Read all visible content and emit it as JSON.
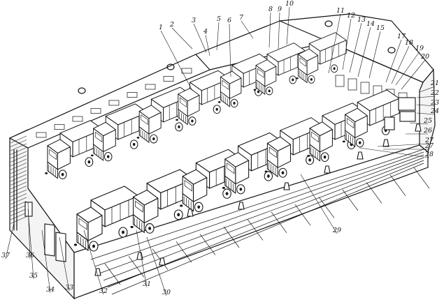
{
  "figure": {
    "callouts": [
      {
        "num": "1"
      },
      {
        "num": "2"
      },
      {
        "num": "3"
      },
      {
        "num": "4"
      },
      {
        "num": "5"
      },
      {
        "num": "6"
      },
      {
        "num": "7"
      },
      {
        "num": "8"
      },
      {
        "num": "9"
      },
      {
        "num": "10"
      },
      {
        "num": "11"
      },
      {
        "num": "12"
      },
      {
        "num": "13"
      },
      {
        "num": "14"
      },
      {
        "num": "15"
      },
      {
        "num": "17"
      },
      {
        "num": "18"
      },
      {
        "num": "19"
      },
      {
        "num": "20"
      },
      {
        "num": "21"
      },
      {
        "num": "22"
      },
      {
        "num": "23"
      },
      {
        "num": "24"
      },
      {
        "num": "25"
      },
      {
        "num": "26"
      },
      {
        "num": "27"
      },
      {
        "num": "27"
      },
      {
        "num": "28"
      },
      {
        "num": "29"
      },
      {
        "num": "30"
      },
      {
        "num": "31"
      },
      {
        "num": "32"
      },
      {
        "num": "33"
      },
      {
        "num": "34"
      },
      {
        "num": "35"
      },
      {
        "num": "36"
      },
      {
        "num": "37"
      }
    ],
    "colors": {
      "ink": "#111111",
      "paper": "#ffffff",
      "wall": "#f4f4f4"
    }
  }
}
